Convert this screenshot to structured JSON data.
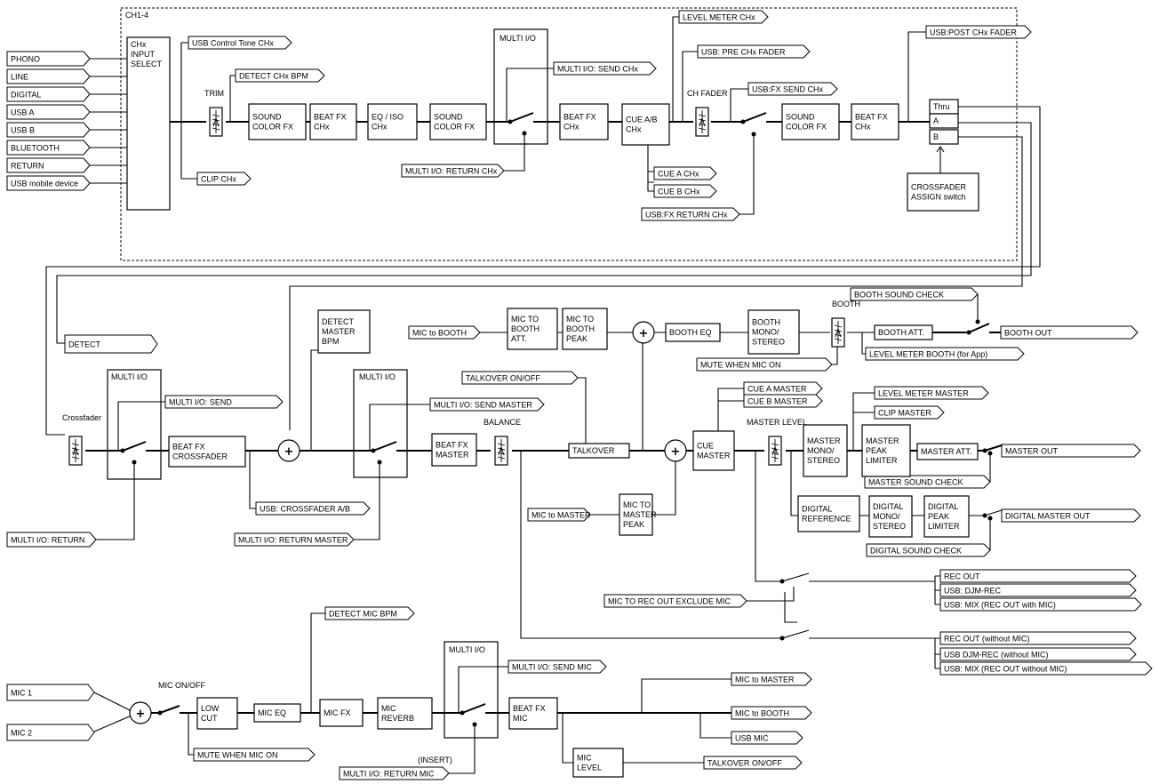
{
  "region_label": "CH1-4",
  "tags": [
    {
      "id": "phono",
      "text": "PHONO"
    },
    {
      "id": "line",
      "text": "LINE"
    },
    {
      "id": "digital",
      "text": "DIGITAL"
    },
    {
      "id": "usba",
      "text": "USB A"
    },
    {
      "id": "usbb",
      "text": "USB B"
    },
    {
      "id": "bluetooth",
      "text": "BLUETOOTH"
    },
    {
      "id": "return",
      "text": "RETURN"
    },
    {
      "id": "usbmobile",
      "text": "USB mobile device"
    },
    {
      "id": "usbcontrol",
      "text": "USB  Control   Tone   CHx"
    },
    {
      "id": "detectbpm",
      "text": "DETECT CHx BPM"
    },
    {
      "id": "clipch",
      "text": "CLIP CHx"
    },
    {
      "id": "multisendch",
      "text": "MULTI I/O: SEND CHx"
    },
    {
      "id": "multireturnch",
      "text": "MULTI I/O: RETURN CHx"
    },
    {
      "id": "levelmeterch",
      "text": "LEVEL METER CHx"
    },
    {
      "id": "usbpre",
      "text": "USB: PRE CHx FADER"
    },
    {
      "id": "usbfxsend",
      "text": "USB:FX SEND CHx"
    },
    {
      "id": "usbpost",
      "text": "USB:POST CHx FADER"
    },
    {
      "id": "cuea_ch",
      "text": "CUE A CHx"
    },
    {
      "id": "cueb_ch",
      "text": "CUE B CHx"
    },
    {
      "id": "usbfxreturn",
      "text": "USB:FX RETURN  CHx"
    },
    {
      "id": "detect",
      "text": "DETECT"
    },
    {
      "id": "multisend",
      "text": "MULTI I/O: SEND"
    },
    {
      "id": "multireturn",
      "text": "MULTI I/O: RETURN"
    },
    {
      "id": "usbcrossfader",
      "text": "USB: CROSSFADER A/B"
    },
    {
      "id": "multireturnmaster",
      "text": "MULTI I/O: RETURN MASTER"
    },
    {
      "id": "multisendmaster",
      "text": "MULTI I/O: SEND MASTER"
    },
    {
      "id": "talkover_onoff1",
      "text": "TALKOVER  ON/OFF"
    },
    {
      "id": "mictobooth_in",
      "text": "MIC to BOOTH"
    },
    {
      "id": "boothsoundcheck",
      "text": "BOOTH   SOUND CHECK"
    },
    {
      "id": "boothout",
      "text": "BOOTH OUT"
    },
    {
      "id": "mutewhenmic1",
      "text": "MUTE  WHEN  MIC  ON"
    },
    {
      "id": "levelmeterbooth",
      "text": "LEVEL METER BOOTH (for App)"
    },
    {
      "id": "cueamaster",
      "text": "CUE A MASTER"
    },
    {
      "id": "cuebmaster",
      "text": "CUE B MASTER"
    },
    {
      "id": "levelmetermaster",
      "text": "LEVEL METER MASTER"
    },
    {
      "id": "clipmaster",
      "text": "CLIP MASTER"
    },
    {
      "id": "masterout",
      "text": "MASTER OUT"
    },
    {
      "id": "mastersoundcheck",
      "text": "MASTER SOUND    CHECK"
    },
    {
      "id": "mictomaster_in",
      "text": "MIC to MASTER"
    },
    {
      "id": "digitalmasterout",
      "text": "DIGITAL    MASTER OUT"
    },
    {
      "id": "digitalsoundcheck",
      "text": "DIGITAL SOUND    CHECK"
    },
    {
      "id": "recout",
      "text": "REC  OUT"
    },
    {
      "id": "usbdjmrec",
      "text": "USB:  DJM-REC"
    },
    {
      "id": "usbmix1",
      "text": "USB: MIX  (REC   OUT  with  MIC)"
    },
    {
      "id": "mictorecout",
      "text": "MIC TO REC OUT EXCLUDE MIC"
    },
    {
      "id": "recoutwithout",
      "text": "REC  OUT   (without  MIC)"
    },
    {
      "id": "usbdjmrecwithout",
      "text": "USB  DJM-REC (without    MIC)"
    },
    {
      "id": "usbmix2",
      "text": "USB: MIX   (REC   OUT   without   MIC)"
    },
    {
      "id": "detectmicbpm",
      "text": "DETECT MIC BPM"
    },
    {
      "id": "mic1",
      "text": "MIC 1"
    },
    {
      "id": "mic2",
      "text": "MIC 2"
    },
    {
      "id": "mutewhenmic2",
      "text": "MUTE  WHEN  MIC  ON"
    },
    {
      "id": "multisendmic",
      "text": "MULTI I/O: SEND MIC"
    },
    {
      "id": "multireturnmic",
      "text": "MULTI I/O: RETURN MIC"
    },
    {
      "id": "mictomaster_out",
      "text": "MIC to MASTER"
    },
    {
      "id": "mictobooth_out",
      "text": "MIC to BOOTH"
    },
    {
      "id": "usbmic",
      "text": "USB MIC"
    },
    {
      "id": "talkover_onoff2",
      "text": "TALKOVER  ON/OFF"
    }
  ],
  "blocks": [
    {
      "id": "chx_input",
      "lines": [
        "CHx",
        "INPUT",
        "SELECT"
      ]
    },
    {
      "id": "soundcolor1",
      "lines": [
        "SOUND",
        "COLOR FX"
      ]
    },
    {
      "id": "beatfx1",
      "lines": [
        "BEAT FX",
        "CHx"
      ]
    },
    {
      "id": "eqiso",
      "lines": [
        "EQ / ISO",
        "CHx"
      ]
    },
    {
      "id": "soundcolor2",
      "lines": [
        "SOUND",
        "COLOR FX"
      ]
    },
    {
      "id": "beatfx2",
      "lines": [
        "BEAT FX",
        "CHx"
      ]
    },
    {
      "id": "cueab",
      "lines": [
        "CUE A/B",
        "CHx"
      ]
    },
    {
      "id": "soundcolor3",
      "lines": [
        "SOUND",
        "COLOR FX"
      ]
    },
    {
      "id": "beatfx3",
      "lines": [
        "BEAT FX",
        "CHx"
      ]
    },
    {
      "id": "xassign_thru",
      "lines": [
        "Thru"
      ]
    },
    {
      "id": "xassign_a",
      "lines": [
        "A"
      ]
    },
    {
      "id": "xassign_b",
      "lines": [
        "B"
      ]
    },
    {
      "id": "xassign_switch",
      "lines": [
        "CROSSFADER",
        "ASSIGN switch"
      ]
    },
    {
      "id": "beatfxcross",
      "lines": [
        "BEAT FX",
        "CROSSFADER"
      ]
    },
    {
      "id": "detectmasterbpm",
      "lines": [
        "DETECT",
        "MASTER",
        "BPM"
      ]
    },
    {
      "id": "beatfxmaster",
      "lines": [
        "BEAT FX",
        "MASTER"
      ]
    },
    {
      "id": "talkover",
      "lines": [
        "TALKOVER"
      ]
    },
    {
      "id": "mictoboothatt",
      "lines": [
        "MIC TO",
        "BOOTH",
        "ATT."
      ]
    },
    {
      "id": "mictoboothpeak",
      "lines": [
        "MIC TO",
        "BOOTH",
        "PEAK"
      ]
    },
    {
      "id": "bootheq",
      "lines": [
        "BOOTH EQ"
      ]
    },
    {
      "id": "boothmono",
      "lines": [
        "BOOTH",
        "MONO/",
        "STEREO"
      ]
    },
    {
      "id": "boothatt",
      "lines": [
        "BOOTH ATT."
      ]
    },
    {
      "id": "cuemaster",
      "lines": [
        "CUE",
        "MASTER"
      ]
    },
    {
      "id": "mastermono",
      "lines": [
        "MASTER",
        "MONO/",
        "STEREO"
      ]
    },
    {
      "id": "masterpeak",
      "lines": [
        "MASTER",
        "PEAK",
        "LIMITER"
      ]
    },
    {
      "id": "masteratt",
      "lines": [
        "MASTER ATT."
      ]
    },
    {
      "id": "mictomasterpeak",
      "lines": [
        "MIC TO",
        "MASTER",
        "PEAK"
      ]
    },
    {
      "id": "digitalref",
      "lines": [
        "DIGITAL",
        "REFERENCE"
      ]
    },
    {
      "id": "digitalmono",
      "lines": [
        "DIGITAL",
        "MONO/",
        "STEREO"
      ]
    },
    {
      "id": "digitalpeak",
      "lines": [
        "DIGITAL",
        "PEAK",
        "LIMITER"
      ]
    },
    {
      "id": "lowcut",
      "lines": [
        "LOW",
        "CUT"
      ]
    },
    {
      "id": "miceq",
      "lines": [
        "MIC EQ"
      ]
    },
    {
      "id": "micfx",
      "lines": [
        "MIC FX"
      ]
    },
    {
      "id": "micreverb",
      "lines": [
        "MIC",
        "REVERB"
      ]
    },
    {
      "id": "beatfxmic",
      "lines": [
        "BEAT FX",
        "MIC"
      ]
    },
    {
      "id": "miclevel",
      "lines": [
        "MIC",
        "LEVEL"
      ]
    }
  ],
  "labels": [
    {
      "id": "trim",
      "text": "TRIM"
    },
    {
      "id": "chfader",
      "text": "CH FADER"
    },
    {
      "id": "multiio1",
      "text": "MULTI     I/O"
    },
    {
      "id": "crossfader",
      "text": "Crossfader"
    },
    {
      "id": "multiio2",
      "text": "MULTI I/O"
    },
    {
      "id": "multiio3",
      "text": "MULTI      I/O"
    },
    {
      "id": "balance",
      "text": "BALANCE"
    },
    {
      "id": "booth",
      "text": "BOOTH"
    },
    {
      "id": "masterlevel",
      "text": "MASTER LEVEL"
    },
    {
      "id": "miconoff",
      "text": "MIC ON/OFF"
    },
    {
      "id": "multiio4",
      "text": "MULTI      I/O"
    },
    {
      "id": "insert",
      "text": "(INSERT)"
    }
  ]
}
